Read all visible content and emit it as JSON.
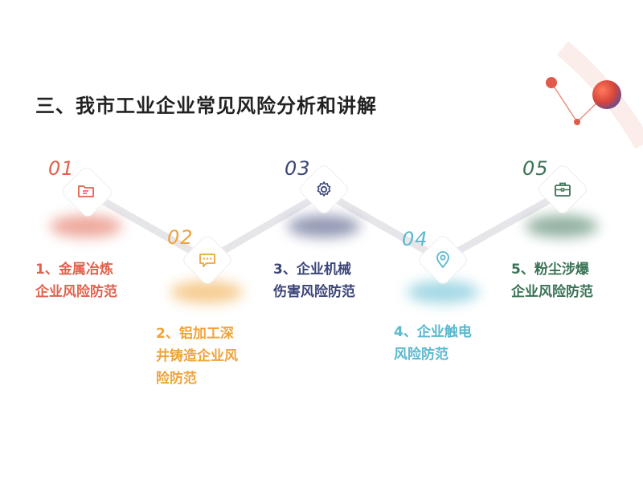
{
  "title": "三、我市工业企业常见风险分析和讲解",
  "colors": {
    "red": "#e0624d",
    "orange": "#efa33a",
    "navy": "#3b4678",
    "teal": "#5ab8cf",
    "green": "#3a7355"
  },
  "steps": [
    {
      "num": "01",
      "icon": "folder-icon",
      "color": "#e0624d",
      "lines": [
        "1、金属冶炼",
        "企业风险防范"
      ]
    },
    {
      "num": "02",
      "icon": "chat-icon",
      "color": "#efa33a",
      "lines": [
        "2、铝加工深",
        "井铸造企业风",
        "险防范"
      ]
    },
    {
      "num": "03",
      "icon": "gear-icon",
      "color": "#3b4678",
      "lines": [
        "3、企业机械",
        "伤害风险防范"
      ]
    },
    {
      "num": "04",
      "icon": "location-pin-icon",
      "color": "#5ab8cf",
      "lines": [
        "4、企业触电",
        "风险防范"
      ]
    },
    {
      "num": "05",
      "icon": "briefcase-icon",
      "color": "#3a7355",
      "lines": [
        "5、粉尘涉爆",
        "企业风险防范"
      ]
    }
  ]
}
